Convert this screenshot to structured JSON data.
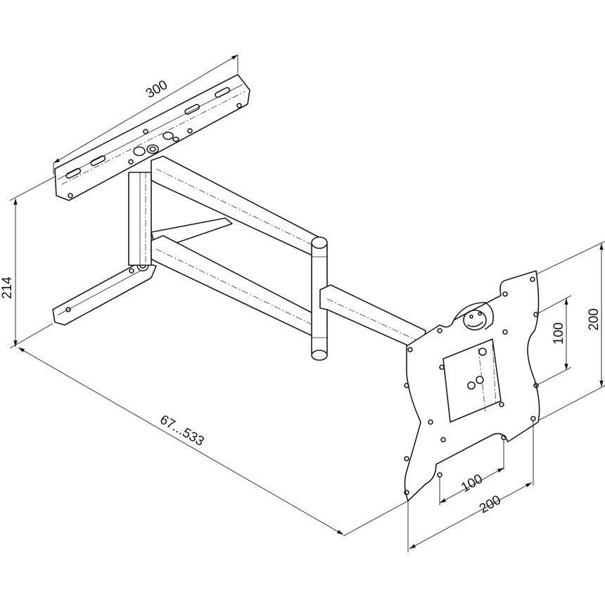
{
  "title": "Wall mount bracket dimension drawing",
  "dimensions": {
    "wall_plate_width": "300",
    "wall_plate_height": "214",
    "arm_extension": "67...533",
    "vesa_vertical_small": "100",
    "vesa_vertical_large": "200",
    "vesa_horizontal_small": "100",
    "vesa_horizontal_large": "200"
  }
}
